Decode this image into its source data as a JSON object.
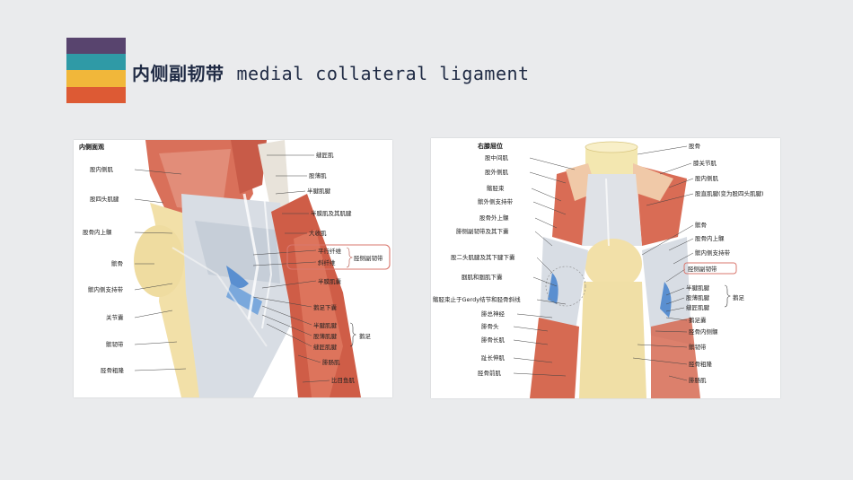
{
  "slide": {
    "title_cn": "内侧副韧带",
    "title_en": "medial collateral ligament",
    "bar_colors": [
      "#58446e",
      "#2f9aa6",
      "#f1b73a",
      "#dd5a34"
    ]
  },
  "left_figure": {
    "heading": "内侧面观",
    "labels": {
      "l1": "股内侧肌",
      "l2": "股四头肌腱",
      "l3": "股骨内上髁",
      "l4": "髌骨",
      "l5": "髌内侧支持带",
      "l6": "关节囊",
      "l7": "髌韧带",
      "l8": "胫骨粗隆",
      "r1": "缝匠肌",
      "r2": "股薄肌",
      "r3": "半腱肌腱",
      "r4": "半膜肌及其肌腱",
      "r5": "大收肌",
      "r6a": "平行纤维",
      "r6b": "斜纤维",
      "r6c": "胫侧副韧带",
      "r7": "半膜肌囊",
      "r8": "鹅足下囊",
      "r9a": "半腱肌腱",
      "r9b": "股薄肌腱",
      "r9c": "缝匠肌腱",
      "r9d": "鹅足",
      "r10": "腓肠肌",
      "r11": "比目鱼肌"
    }
  },
  "right_figure": {
    "heading": "右膝屈位",
    "labels": {
      "l1": "股中间肌",
      "l2": "股外侧肌",
      "l3": "髂胫束",
      "l4": "髌外侧支持带",
      "l5": "股骨外上髁",
      "l6": "腓侧副韧带及其下囊",
      "l7": "股二头肌腱及其下腱下囊",
      "l8": "腘肌和腘肌下囊",
      "l9": "髂胫束止于Gerdy结节和胫骨斜线",
      "l10": "腓总神经",
      "l11": "腓骨头",
      "l12": "腓骨长肌",
      "l13": "趾长伸肌",
      "l14": "胫骨前肌",
      "r1": "股骨",
      "r2": "膝关节肌",
      "r3": "股内侧肌",
      "r4": "股直肌腱(变为股四头肌腱)",
      "r5": "髌骨",
      "r6": "股骨内上髁",
      "r7": "髌内侧支持带",
      "r8": "胫侧副韧带",
      "r9a": "半腱肌腱",
      "r9b": "股薄肌腱",
      "r9c": "缝匠肌腱",
      "r9d": "鹅足",
      "r10": "鹅足囊",
      "r11": "胫骨内侧髁",
      "r12": "髌韧带",
      "r13": "胫骨粗隆",
      "r14": "腓肠肌"
    }
  }
}
